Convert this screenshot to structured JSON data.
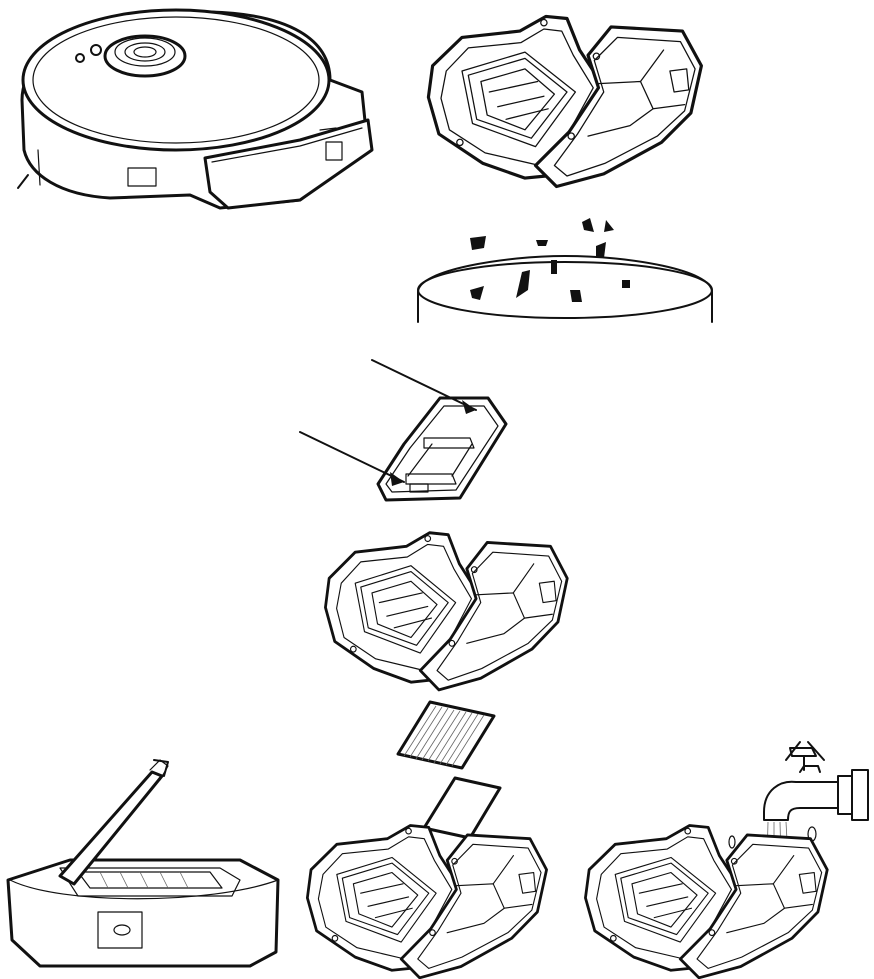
{
  "figure": {
    "description_visible_text": "",
    "colors": {
      "line": "#111111",
      "background": "#ffffff",
      "water": "#888888"
    }
  },
  "illustrations": [
    {
      "id": "robot-vacuum",
      "icon": "robot-vacuum-icon"
    },
    {
      "id": "dustbin-opened-top",
      "icon": "dustbin-open-icon"
    },
    {
      "id": "emptying-debris",
      "icon": "trash-bin-icon"
    },
    {
      "id": "filter-frame-arrows",
      "icon": "filter-frame-icon"
    },
    {
      "id": "dustbin-opened-middle",
      "icon": "dustbin-open-icon"
    },
    {
      "id": "dustbin-with-lid",
      "icon": "dustbin-lid-icon"
    },
    {
      "id": "filter-and-sponge",
      "icon": "filter-icon"
    },
    {
      "id": "rinse-under-tap",
      "icon": "water-tap-icon"
    }
  ]
}
